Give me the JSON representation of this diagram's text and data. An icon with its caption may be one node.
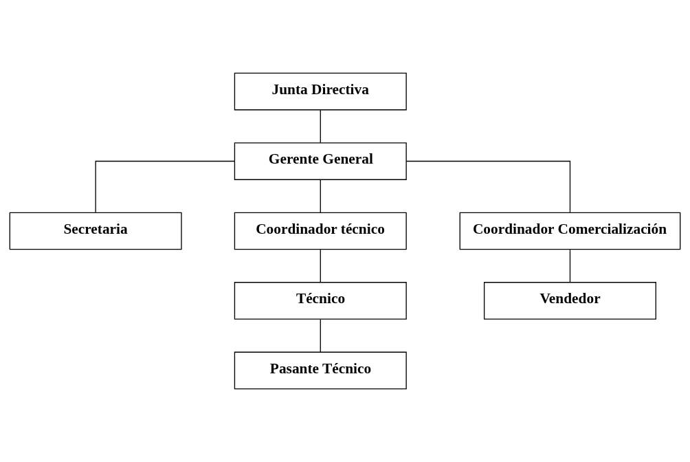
{
  "diagram": {
    "nodes": [
      {
        "text": [
          "Junta Directiva"
        ]
      },
      {
        "text": [
          "Gerente General"
        ]
      },
      {
        "text": [
          "Secretaria"
        ]
      },
      {
        "text": [
          "Coordinador técnico"
        ]
      },
      {
        "text": [
          "Coordinador Comercialización"
        ]
      },
      {
        "text": [
          "Técnico"
        ]
      },
      {
        "text": [
          "Pasante Técnico"
        ]
      },
      {
        "text": [
          "Vendedor"
        ]
      }
    ],
    "edges": [
      {
        "from": 0,
        "to": 1,
        "arrow": "none"
      },
      {
        "from": 1,
        "to": 2,
        "arrow": "none"
      },
      {
        "from": 1,
        "to": 3,
        "arrow": "none"
      },
      {
        "from": 1,
        "to": 4,
        "arrow": "none"
      },
      {
        "from": 3,
        "to": 5,
        "arrow": "none"
      },
      {
        "from": 5,
        "to": 6,
        "arrow": "none"
      },
      {
        "from": 4,
        "to": 7,
        "arrow": "none"
      }
    ]
  }
}
